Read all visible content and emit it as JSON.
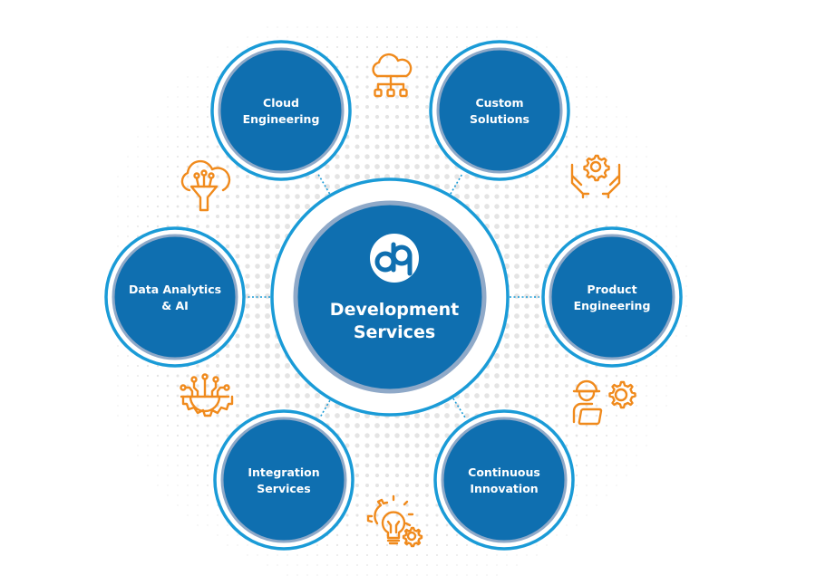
{
  "diagram": {
    "title": "Development Services",
    "title_lines": [
      "Development",
      "Services"
    ],
    "logo": {
      "text": "dp",
      "icon": "dp-logo-icon"
    },
    "colors": {
      "circle_fill": "#0f6fb0",
      "ring": "#1a9bd7",
      "inner_ring": "#8fa9c8",
      "icon_color": "#f08a1c",
      "dot_color": "#e3e3e3"
    },
    "services": [
      {
        "id": "cloud-engineering",
        "lines": [
          "Cloud",
          "Engineering"
        ],
        "icon": "cloud-network-icon"
      },
      {
        "id": "custom-solutions",
        "lines": [
          "Custom",
          "Solutions"
        ],
        "icon": "hands-gear-icon"
      },
      {
        "id": "data-analytics-ai",
        "lines": [
          "Data Analytics",
          "& AI"
        ],
        "icon": "cloud-funnel-icon"
      },
      {
        "id": "product-engineering",
        "lines": [
          "Product",
          "Engineering"
        ],
        "icon": "engineer-gear-icon"
      },
      {
        "id": "integration-services",
        "lines": [
          "Integration",
          "Services"
        ],
        "icon": "circuit-gear-icon"
      },
      {
        "id": "continuous-innovation",
        "lines": [
          "Continuous",
          "Innovation"
        ],
        "icon": "lightbulb-gears-icon"
      }
    ]
  }
}
